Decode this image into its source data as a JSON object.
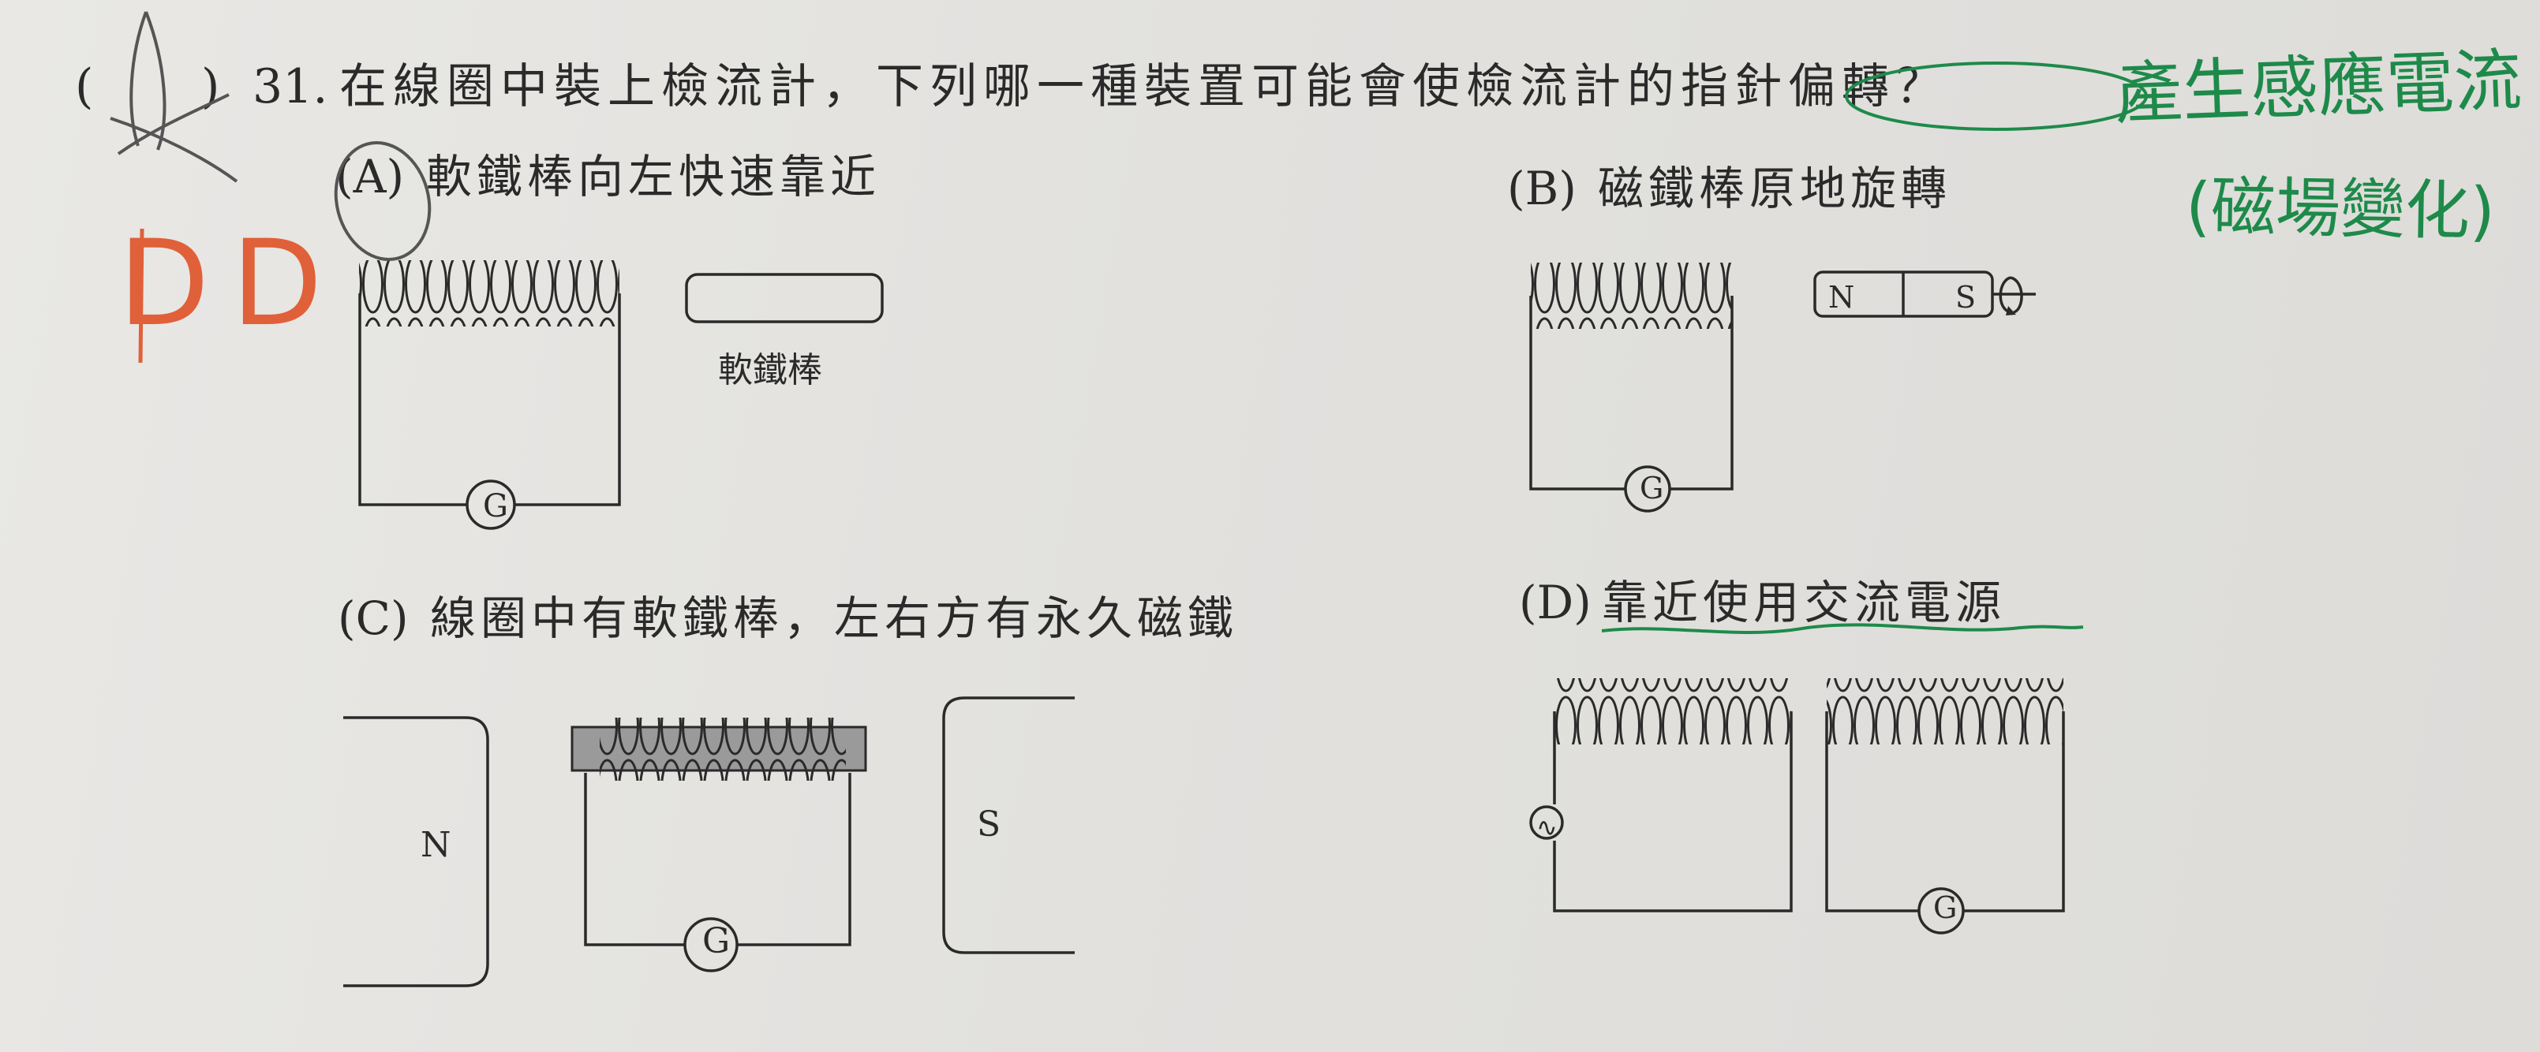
{
  "question": {
    "paren_open": "(",
    "paren_close": ")",
    "number": "31.",
    "text": "在線圈中裝上檢流計，下列哪一種裝置可能會使檢流計的指針偏轉？"
  },
  "options": {
    "a": {
      "label": "(A)",
      "text": "軟鐵棒向左快速靠近",
      "bar_label": "軟鐵棒",
      "meter": "G"
    },
    "b": {
      "label": "(B)",
      "text": "磁鐵棒原地旋轉",
      "magnet_n": "N",
      "magnet_s": "S",
      "meter": "G"
    },
    "c": {
      "label": "(C)",
      "text": "線圈中有軟鐵棒，左右方有永久磁鐵",
      "pole_left": "N",
      "pole_right": "S",
      "meter": "G"
    },
    "d": {
      "label": "(D)",
      "text": "靠近使用交流電源",
      "source_symbol": "∿",
      "meter": "G"
    }
  },
  "annotations": {
    "answer_letters": "D D",
    "note_line1": "產生感應電流",
    "note_line2": "(磁場變化)"
  },
  "colors": {
    "ink": "#2a2a2a",
    "green_pen": "#1e8a4a",
    "red_pen": "#e0603a",
    "pencil": "#555555",
    "iron_fill": "#9a9a9a"
  }
}
